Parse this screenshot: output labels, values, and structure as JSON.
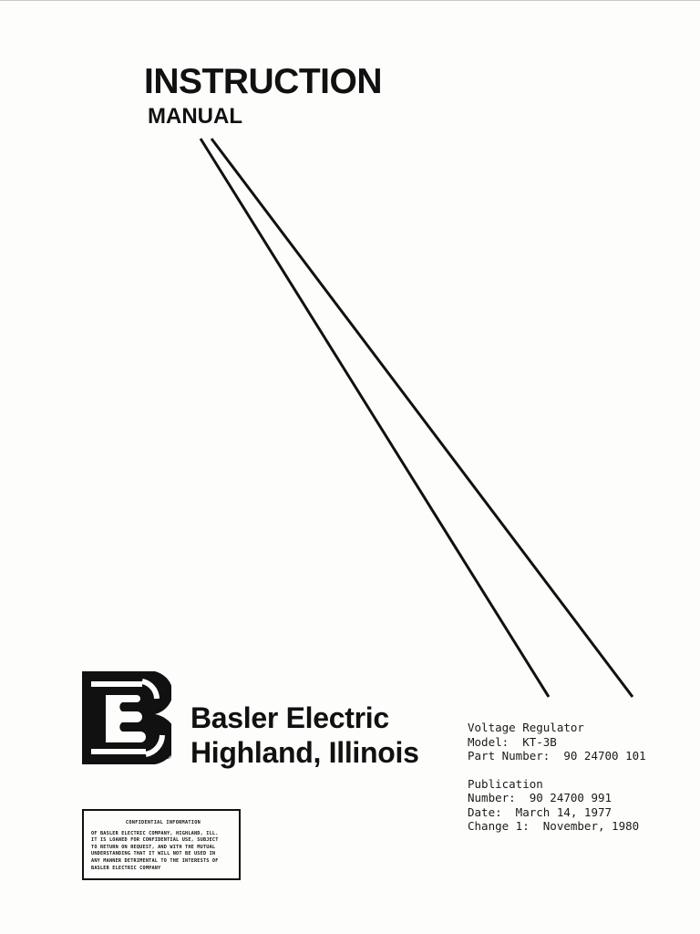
{
  "header": {
    "title": "INSTRUCTION",
    "subtitle": "MANUAL"
  },
  "company": {
    "name": "Basler Electric",
    "location": "Highland, Illinois",
    "registered_mark": "®"
  },
  "product_info": {
    "lines": [
      "Voltage Regulator",
      "Model:  KT-3B",
      "Part Number:  90 24700 101"
    ],
    "publication_lines": [
      "Publication",
      "Number:  90 24700 991",
      "Date:  March 14, 1977",
      "Change 1:  November, 1980"
    ]
  },
  "confidential": {
    "title": "CONFIDENTIAL INFORMATION",
    "lines": [
      "OF BASLER ELECTRIC COMPANY, HIGHLAND, ILL.",
      "IT IS LOANED FOR CONFIDENTIAL USE, SUBJECT",
      "TO RETURN ON REQUEST, AND WITH THE MUTUAL",
      "UNDERSTANDING THAT IT WILL NOT BE USED IN",
      "ANY MANNER DETRIMENTAL TO THE INTERESTS OF",
      "BASLER ELECTRIC COMPANY"
    ]
  },
  "colors": {
    "ink": "#111111",
    "paper": "#fdfdfc"
  }
}
